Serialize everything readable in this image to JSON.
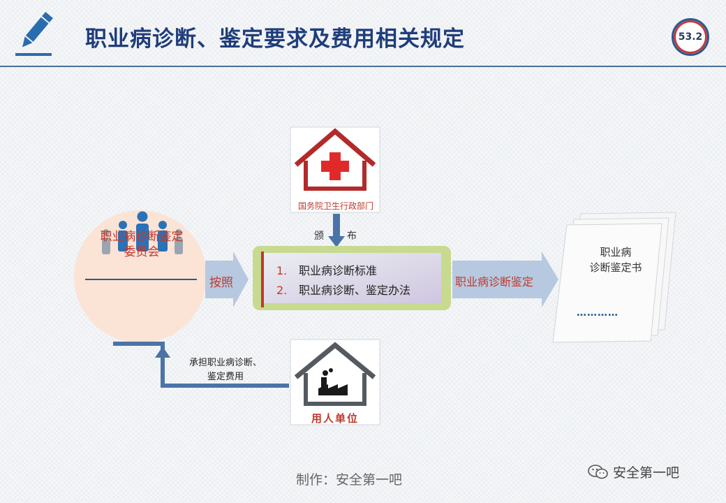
{
  "header": {
    "title": "职业病诊断、鉴定要求及费用相关规定",
    "page_badge": "53.2"
  },
  "diagram": {
    "committee": {
      "line1": "职业病诊断鉴定",
      "line2": "委员会"
    },
    "follow_label": "按照",
    "gov_department": "国务院卫生行政部门",
    "issue_label": [
      "颁",
      "布"
    ],
    "standards": [
      {
        "num": "1.",
        "text": "职业病诊断标准"
      },
      {
        "num": "2.",
        "text": "职业病诊断、鉴定办法"
      }
    ],
    "output_label": "职业病诊断鉴定",
    "document": {
      "line1": "职业病",
      "line2": "诊断鉴定书",
      "dots": "…………"
    },
    "fee_note": {
      "line1": "承担职业病诊断、",
      "line2": "鉴定费用"
    },
    "employer": "用人单位"
  },
  "footer": {
    "maker": "制作：安全第一吧",
    "brand": "安全第一吧"
  },
  "colors": {
    "title_blue": "#1f3d7a",
    "accent_red": "#c0392b",
    "arrow_blue": "#4a74a8",
    "box_green": "#c7da8f",
    "committee_fill": "#fbe3d6"
  },
  "icons": [
    "pencil-icon",
    "hospital-house-icon",
    "factory-house-icon",
    "people-group-icon",
    "document-stack-icon",
    "wechat-icon"
  ]
}
